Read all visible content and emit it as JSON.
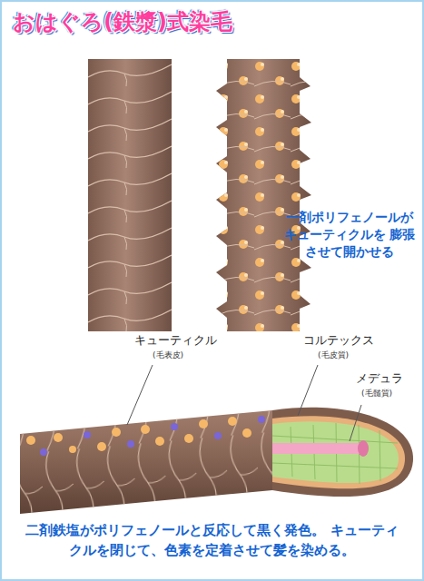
{
  "diagram": {
    "title": "おはぐろ(鉄漿)式染毛",
    "caption": "二剤鉄塩がポリフェノールと反応して黒く発色。 キューティクルを閉じて、色素を定着させて髪を染める。",
    "labels": [
      "一剤ポリフェノールが キューティクルを 膨張させて開かせる",
      "キューティクル",
      "(毛表皮)",
      "コルテックス",
      "(毛皮質)",
      "メデュラ",
      "(毛髄質)"
    ]
  }
}
